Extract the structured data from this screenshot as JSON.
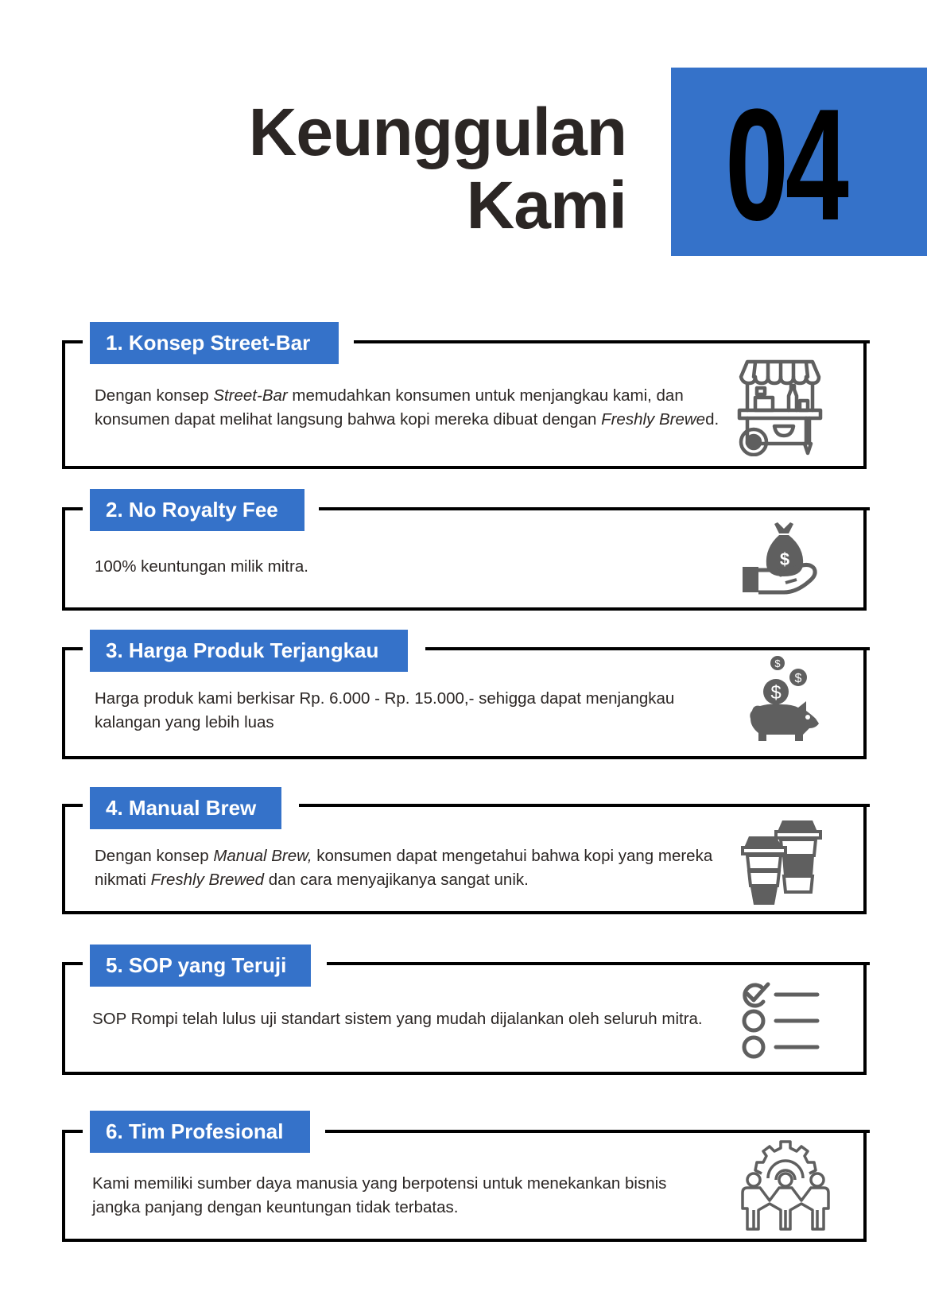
{
  "header": {
    "title_line1": "Keunggulan",
    "title_line2": "Kami",
    "section_number": "04"
  },
  "colors": {
    "accent_blue": "#3572c9",
    "text_dark": "#2b2624",
    "icon_gray": "#5f5f5f",
    "frame_black": "#000000"
  },
  "advantages": [
    {
      "label": "1. Konsep Street-Bar",
      "text_parts": [
        {
          "t": "Dengan konsep ",
          "i": false
        },
        {
          "t": "Street-Bar",
          "i": true
        },
        {
          "t": " memudahkan konsumen untuk menjangkau kami, dan konsumen dapat melihat langsung bahwa kopi mereka dibuat dengan ",
          "i": false
        },
        {
          "t": "Freshly Brewe",
          "i": true
        },
        {
          "t": "d.",
          "i": false
        }
      ],
      "icon": "street-cart-icon"
    },
    {
      "label": "2. No Royalty Fee",
      "text_parts": [
        {
          "t": "100% keuntungan milik mitra.",
          "i": false
        }
      ],
      "icon": "money-bag-hand-icon"
    },
    {
      "label": "3. Harga Produk Terjangkau",
      "text_parts": [
        {
          "t": "Harga produk kami berkisar Rp. 6.000 - Rp. 15.000,- sehigga dapat menjangkau kalangan yang lebih luas",
          "i": false
        }
      ],
      "icon": "piggy-bank-icon"
    },
    {
      "label": "4. Manual Brew",
      "text_parts": [
        {
          "t": "Dengan konsep ",
          "i": false
        },
        {
          "t": "Manual Brew,",
          "i": true
        },
        {
          "t": " konsumen dapat mengetahui bahwa kopi yang mereka nikmati ",
          "i": false
        },
        {
          "t": "Freshly Brewed",
          "i": true
        },
        {
          "t": " dan cara menyajikanya sangat unik.",
          "i": false
        }
      ],
      "icon": "coffee-cups-icon"
    },
    {
      "label": "5. SOP yang Teruji",
      "text_parts": [
        {
          "t": "SOP Rompi telah lulus uji standart sistem yang mudah dijalankan oleh seluruh mitra.",
          "i": false
        }
      ],
      "icon": "checklist-icon"
    },
    {
      "label": "6. Tim Profesional",
      "text_parts": [
        {
          "t": "Kami memiliki sumber daya manusia yang berpotensi untuk menekankan bisnis jangka panjang dengan keuntungan tidak terbatas.",
          "i": false
        }
      ],
      "icon": "team-gear-icon"
    }
  ]
}
